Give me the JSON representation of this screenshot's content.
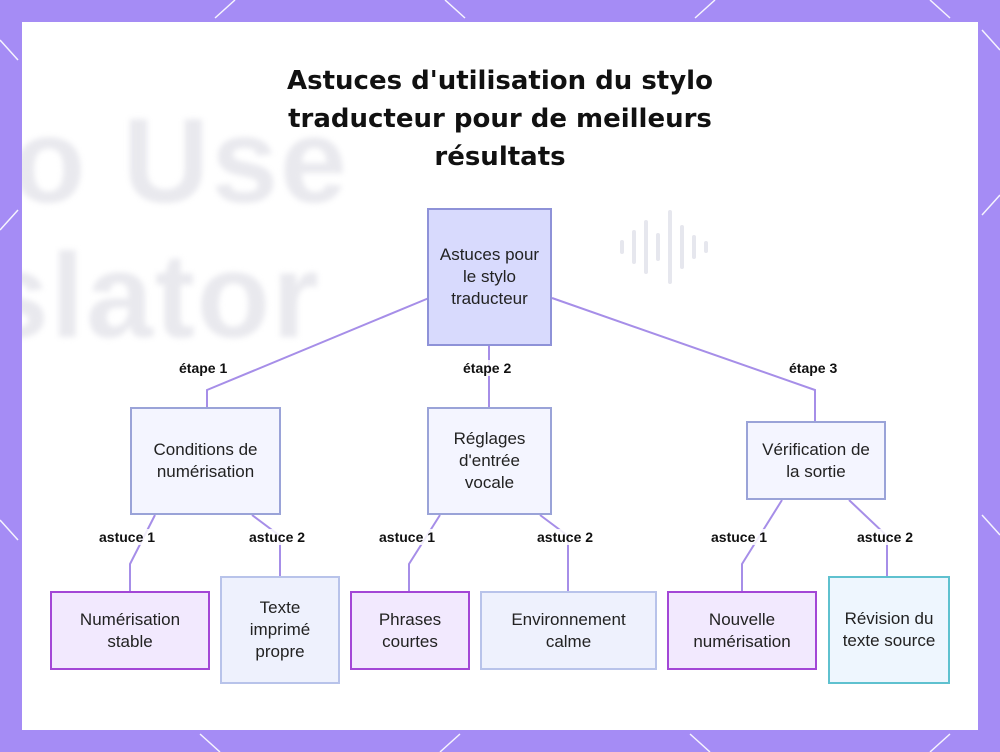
{
  "title": "Astuces d'utilisation du stylo traducteur pour de meilleurs résultats",
  "background_watermark": [
    "o Use",
    "slator"
  ],
  "colors": {
    "page_background": "#a58cf5",
    "edge": "#a68ee8",
    "root_fill": "#d8dafd",
    "leaf_purple_border": "#a347d6",
    "leaf_cyan_border": "#5fc1cf"
  },
  "nodes": {
    "root": "Astuces pour le stylo traducteur",
    "step1": "Conditions de numérisation",
    "step2": "Réglages d'entrée vocale",
    "step3": "Vérification de la sortie",
    "tip1_1": "Numérisation stable",
    "tip1_2": "Texte imprimé propre",
    "tip2_1": "Phrases courtes",
    "tip2_2": "Environnement calme",
    "tip3_1": "Nouvelle numérisation",
    "tip3_2": "Révision du texte source"
  },
  "edge_labels": {
    "step1": "étape 1",
    "step2": "étape 2",
    "step3": "étape 3",
    "tip1_1": "astuce 1",
    "tip1_2": "astuce 2",
    "tip2_1": "astuce 1",
    "tip2_2": "astuce 2",
    "tip3_1": "astuce 1",
    "tip3_2": "astuce 2"
  }
}
